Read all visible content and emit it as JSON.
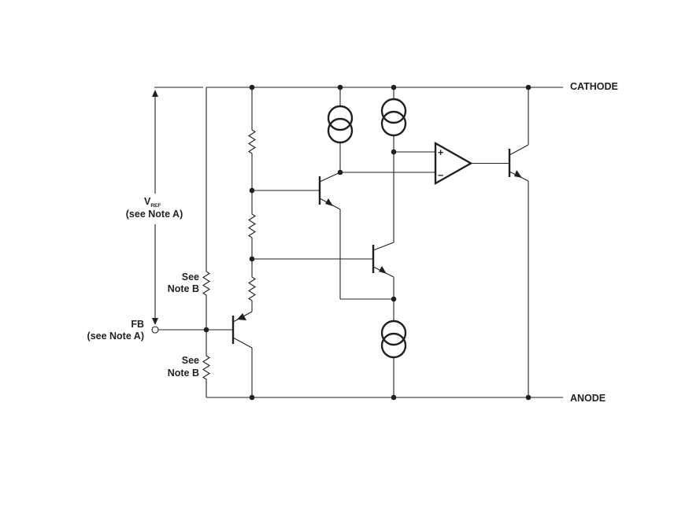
{
  "diagram": {
    "terminals": {
      "cathode": "CATHODE",
      "anode": "ANODE",
      "fb": "FB",
      "fb_note": "(see Note A)"
    },
    "vref": {
      "symbol": "V",
      "subscript": "REF",
      "note": "(see Note A)"
    },
    "resistor_notes": {
      "upper": [
        "See",
        "Note B"
      ],
      "lower": [
        "See",
        "Note B"
      ]
    },
    "opamp": {
      "plus": "+",
      "minus": "−"
    }
  }
}
